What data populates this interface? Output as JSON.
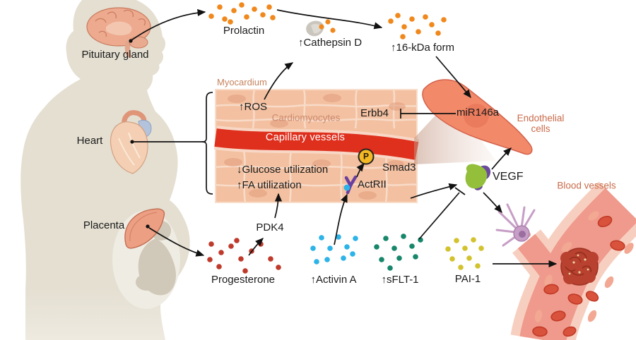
{
  "labels": {
    "pituitary": "Pituitary gland",
    "heart": "Heart",
    "placenta": "Placenta",
    "prolactin": "Prolactin",
    "cathepsin_d": "↑Cathepsin D",
    "form_16kda": "↑16-kDa form",
    "myocardium": "Myocardium",
    "ros": "↑ROS",
    "cardiomyocytes": "Cardiomyocytes",
    "erbb4": "Erbb4",
    "capillary_vessels": "Capillary vessels",
    "glucose": "↓Glucose utilization",
    "fa": "↑FA utilization",
    "smad3": "Smad3",
    "phospho": "P",
    "actrii": "ActRII",
    "mir146a": "miR146a",
    "endothelial_cells": "Endothelial cells",
    "vegf": "VEGF",
    "blood_vessels": "Blood vessels",
    "pdk4": "PDK4",
    "progesterone": "Progesterone",
    "activin_a": "↑Activin A",
    "sflt1": "↑sFLT-1",
    "pai1": "PAI-1"
  },
  "colors": {
    "accent_text": "#c96b4a",
    "tissue_text": "#c5825d",
    "prolactin_dots": "#f0881c",
    "progesterone_dots": "#bf3a2b",
    "activin_dots": "#2cb3e8",
    "sflt1_dots": "#17866b",
    "pai1_dots": "#d2c32e",
    "capillary_red": "#df2f1d",
    "phospho_badge": "#f3b824",
    "vegf_green": "#93bf3b",
    "receptor_purple": "#6a3fa0",
    "silhouette": "#e4dfd1",
    "myocardium_bg": "#f3c1a1",
    "endothelial_cell": "#f28a6a"
  }
}
